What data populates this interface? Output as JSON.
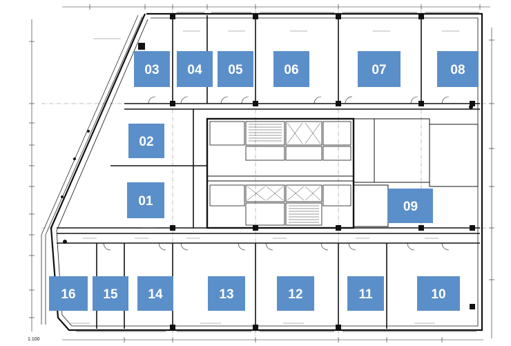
{
  "plan": {
    "scale_label": "1:100",
    "units": [
      {
        "id": "u03",
        "label": "03"
      },
      {
        "id": "u04",
        "label": "04"
      },
      {
        "id": "u05",
        "label": "05"
      },
      {
        "id": "u06",
        "label": "06"
      },
      {
        "id": "u07",
        "label": "07"
      },
      {
        "id": "u08",
        "label": "08"
      },
      {
        "id": "u02",
        "label": "02"
      },
      {
        "id": "u01",
        "label": "01"
      },
      {
        "id": "u09",
        "label": "09"
      },
      {
        "id": "u16",
        "label": "16"
      },
      {
        "id": "u15",
        "label": "15"
      },
      {
        "id": "u14",
        "label": "14"
      },
      {
        "id": "u13",
        "label": "13"
      },
      {
        "id": "u12",
        "label": "12"
      },
      {
        "id": "u11",
        "label": "11"
      },
      {
        "id": "u10",
        "label": "10"
      }
    ]
  },
  "colors": {
    "unit_fill": "#5b8fc9",
    "unit_text": "#ffffff",
    "linework": "#1a1a1a",
    "core_hatch": "#333333"
  }
}
